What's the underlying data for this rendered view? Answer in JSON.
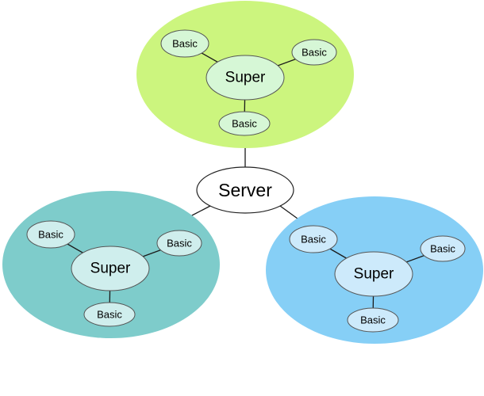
{
  "server": {
    "label": "Server"
  },
  "clusters": [
    {
      "name": "top",
      "color": "#ccf57e",
      "node_color": "#d6f7d6",
      "super_label": "Super",
      "basic_labels": [
        "Basic",
        "Basic",
        "Basic"
      ]
    },
    {
      "name": "left",
      "color": "#7ecccb",
      "node_color": "#cfeeed",
      "super_label": "Super",
      "basic_labels": [
        "Basic",
        "Basic",
        "Basic"
      ]
    },
    {
      "name": "right",
      "color": "#86cff6",
      "node_color": "#cdeafb",
      "super_label": "Super",
      "basic_labels": [
        "Basic",
        "Basic",
        "Basic"
      ]
    }
  ]
}
